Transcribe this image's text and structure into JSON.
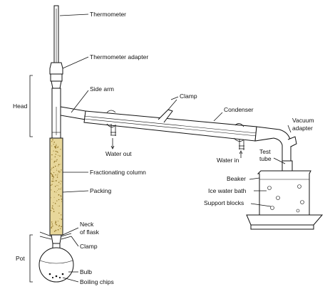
{
  "labels": {
    "thermometer": "Thermometer",
    "thermometer_adapter": "Thermometer adapter",
    "head": "Head",
    "side_arm": "Side arm",
    "clamp_top": "Clamp",
    "condenser": "Condenser",
    "vacuum_adapter_1": "Vacuum",
    "vacuum_adapter_2": "adapter",
    "water_out": "Water out",
    "water_in": "Water in",
    "test_tube_1": "Test",
    "test_tube_2": "tube",
    "fractionating_column": "Fractionating column",
    "beaker": "Beaker",
    "ice_water_bath": "Ice water bath",
    "packing": "Packing",
    "support_blocks": "Support blocks",
    "neck_of_flask_1": "Neck",
    "neck_of_flask_2": "of flask",
    "clamp_bottom": "Clamp",
    "pot": "Pot",
    "bulb": "Bulb",
    "boiling_chips": "Boiling chips"
  },
  "colors": {
    "packing": "#e8d79a",
    "ink": "#111111",
    "glass": "#ffffff"
  }
}
